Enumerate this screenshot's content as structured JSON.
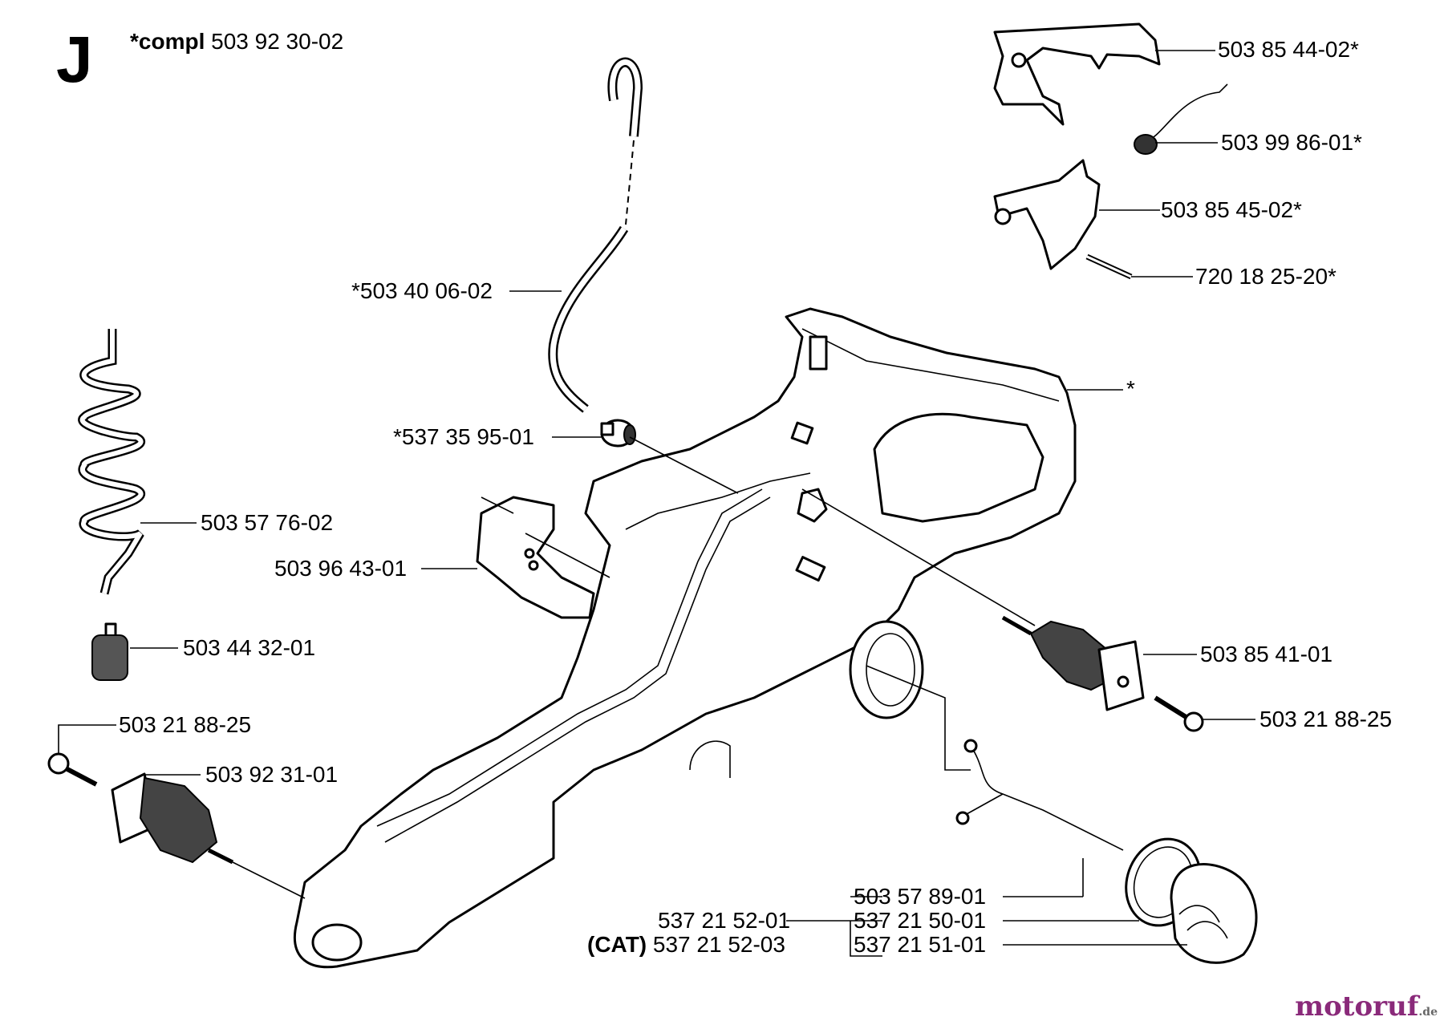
{
  "section_letter": "J",
  "compl": {
    "prefix": "*compl",
    "number": "503 92 30-02"
  },
  "labels": {
    "handle_top": "503 85 44-02*",
    "spring": "503 99 86-01*",
    "throttle_trigger": "503 85 45-02*",
    "pin": "720 18 25-20*",
    "fuel_hose": "*503 40 06-02",
    "handle_asterisk": "*",
    "fuel_filter_small": "*537 35 95-01",
    "fuel_coil": "503 57 76-02",
    "guard_plate": "503 96 43-01",
    "damper_right": "503 85 41-01",
    "fuel_filter": "503 44 32-01",
    "screw_left": "503 21 88-25",
    "screw_right": "503 21 88-25",
    "damper_left": "503 92 31-01",
    "cap_strap": "503 57 89-01",
    "cap_assy": "537 21 52-01",
    "cap_seal": "537 21 50-01",
    "cap_cat_prefix": "(CAT)",
    "cap_cat": "537 21 52-03",
    "cap": "537 21 51-01"
  },
  "watermark": {
    "text": "motoruf",
    "suffix": ".de"
  }
}
